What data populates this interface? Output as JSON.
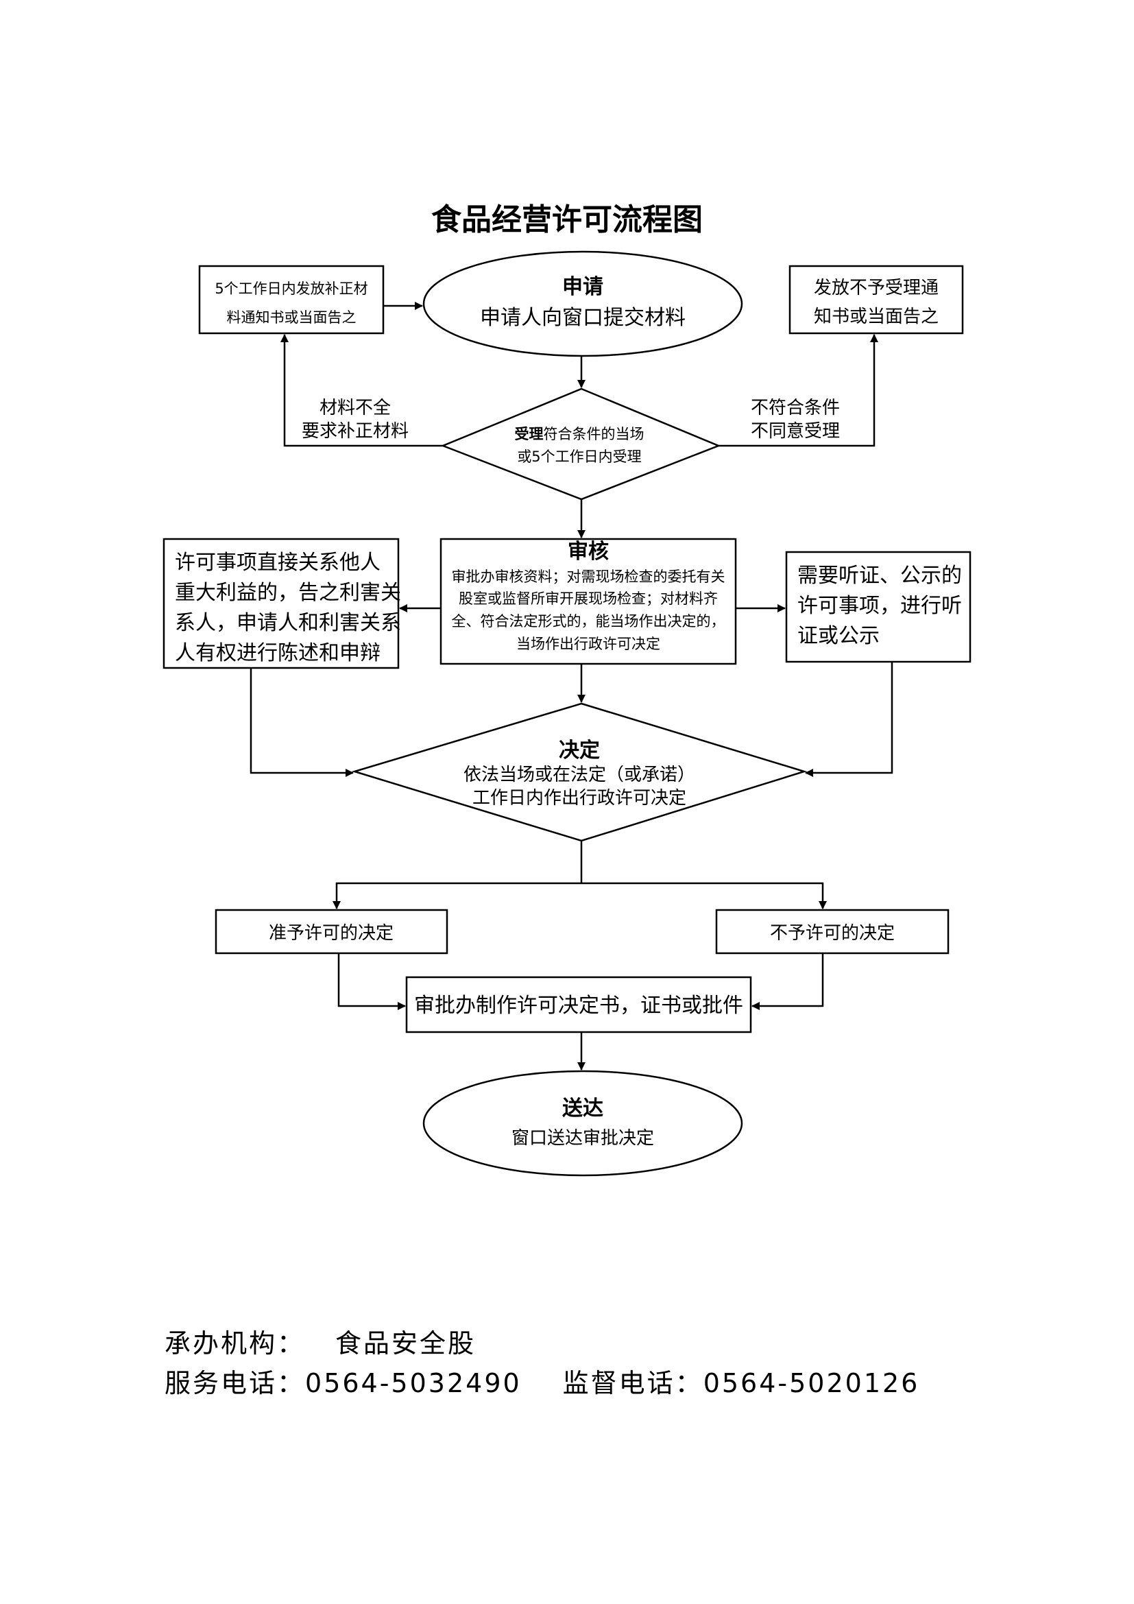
{
  "title": "食品经营许可流程图",
  "apply": {
    "title": "申请",
    "text": "申请人向窗口提交材料"
  },
  "correction_notice": {
    "line1": "5个工作日内发放补正材",
    "line2": "料通知书或当面告之"
  },
  "reject_notice": {
    "line1": "发放不予受理通",
    "line2": "知书或当面告之"
  },
  "materials_incomplete": {
    "line1": "材料不全",
    "line2": "要求补正材料"
  },
  "not_qualified": {
    "line1": "不符合条件",
    "line2": "不同意受理"
  },
  "accept": {
    "label": "受理",
    "line1": "符合条件的当场",
    "line2": "或5个工作日内受理"
  },
  "review": {
    "title": "审核",
    "line1": "审批办审核资料；对需现场检查的委托有关",
    "line2": "股室或监督所审开展现场检查；对材料齐",
    "line3": "全、符合法定形式的，能当场作出决定的，",
    "line4": "当场作出行政许可决定"
  },
  "stakeholder": {
    "line1": "许可事项直接关系他人",
    "line2": "重大利益的，告之利害关",
    "line3": "系人，申请人和利害关系",
    "line4": "人有权进行陈述和申辩"
  },
  "hearing": {
    "line1": "需要听证、公示的",
    "line2": "许可事项，进行听",
    "line3": "证或公示"
  },
  "decision": {
    "title": "决定",
    "line1": "依法当场或在法定（或承诺）",
    "line2": "工作日内作出行政许可决定"
  },
  "grant": "准予许可的决定",
  "deny": "不予许可的决定",
  "issue": "审批办制作许可决定书，证书或批件",
  "deliver": {
    "title": "送达",
    "text": "窗口送达审批决定"
  },
  "footer": {
    "org_label": "承办机构：",
    "org": "食品安全股",
    "service_label": "服务电话：",
    "service_phone": "0564-5032490",
    "supervise_label": "监督电话：",
    "supervise_phone": "0564-5020126"
  }
}
